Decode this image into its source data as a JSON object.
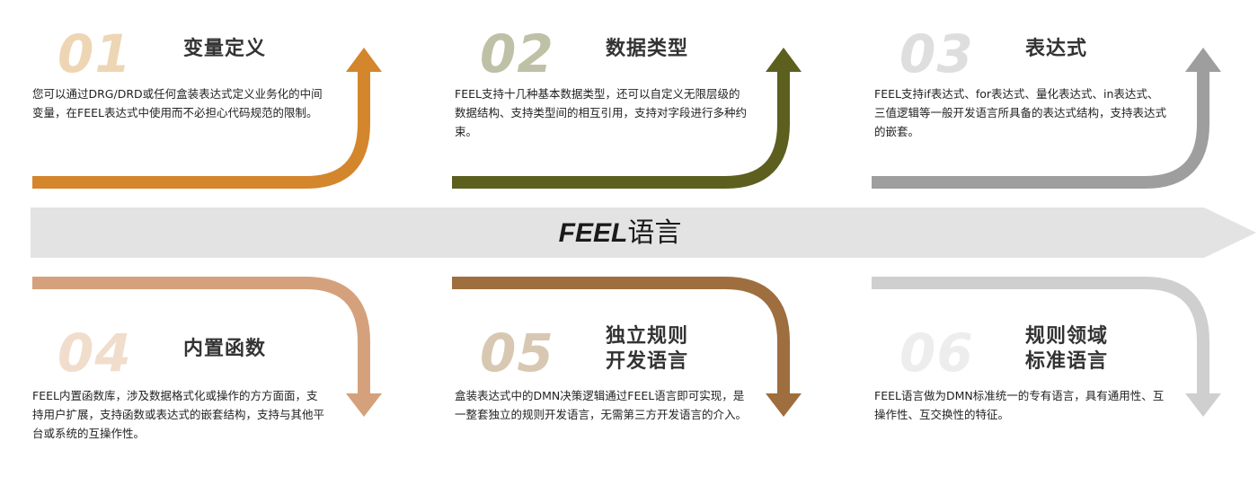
{
  "banner": {
    "label_en": "FEEL",
    "label_cn": "语言"
  },
  "colors": {
    "c1": "#D4862C",
    "c2": "#5C5F1E",
    "c3": "#9E9E9E",
    "c4": "#D4A17C",
    "c5": "#9E6E3E",
    "c6": "#CFCFCF",
    "n1": "#EED6B4",
    "n2": "#BFC1A6",
    "n3": "#DEDEDE",
    "n4": "#F1DDCB",
    "n5": "#D8C8B2",
    "n6": "#EDEDED",
    "banner": "#E3E3E3"
  },
  "items": [
    {
      "num": "01",
      "title": "变量定义",
      "desc": "您可以通过DRG/DRD或任何盒装表达式定义业务化的中间变量，在FEEL表达式中使用而不必担心代码规范的限制。"
    },
    {
      "num": "02",
      "title": "数据类型",
      "desc": "FEEL支持十几种基本数据类型，还可以自定义无限层级的数据结构、支持类型间的相互引用，支持对字段进行多种约束。"
    },
    {
      "num": "03",
      "title": "表达式",
      "desc": "FEEL支持if表达式、for表达式、量化表达式、in表达式、三值逻辑等一般开发语言所具备的表达式结构，支持表达式的嵌套。"
    },
    {
      "num": "04",
      "title": "内置函数",
      "desc": "FEEL内置函数库，涉及数据格式化或操作的方方面面，支持用户扩展，支持函数或表达式的嵌套结构，支持与其他平台或系统的互操作性。"
    },
    {
      "num": "05",
      "title": "独立规则开发语言",
      "title_line1": "独立规则",
      "title_line2": "开发语言",
      "desc": "盒装表达式中的DMN决策逻辑通过FEEL语言即可实现，是一整套独立的规则开发语言，无需第三方开发语言的介入。"
    },
    {
      "num": "06",
      "title": "规则领域标准语言",
      "title_line1": "规则领域",
      "title_line2": "标准语言",
      "desc": "FEEL语言做为DMN标准统一的专有语言，具有通用性、互操作性、互交换性的特征。"
    }
  ]
}
